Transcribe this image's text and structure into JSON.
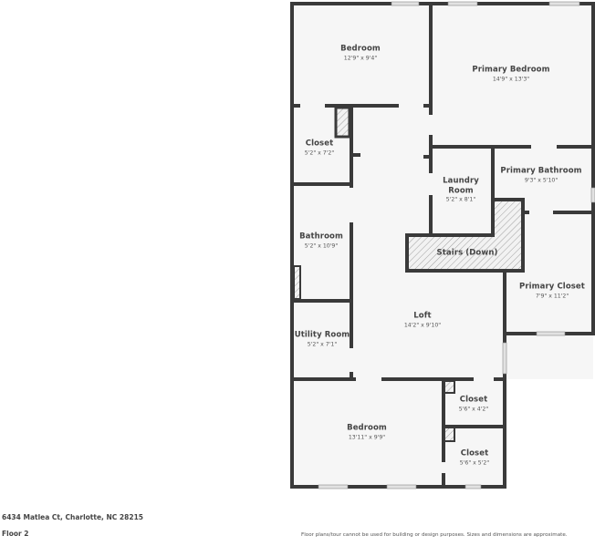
{
  "listing": {
    "address": "6434 Matlea Ct, Charlotte, NC 28215",
    "floor": "Floor 2",
    "disclaimer": "Floor plans/tour cannot be used for building or design purposes. Sizes and dimensions are approximate."
  },
  "colors": {
    "wall": "#3a3a3a",
    "floor_fill": "#f6f6f6",
    "hatch": "#9a9a9a",
    "window": "#d9d9d9",
    "text": "#444444"
  },
  "rooms": [
    {
      "name": "Bedroom",
      "dims": "12'9\" x 9'4\""
    },
    {
      "name": "Primary Bedroom",
      "dims": "14'9\" x 13'3\""
    },
    {
      "name": "Closet",
      "dims": "5'2\" x 7'2\""
    },
    {
      "name": "Laundry Room",
      "dims": "5'2\" x 8'1\""
    },
    {
      "name": "Primary Bathroom",
      "dims": "9'3\" x 5'10\""
    },
    {
      "name": "Bathroom",
      "dims": "5'2\" x 10'9\""
    },
    {
      "name": "Stairs (Down)",
      "dims": ""
    },
    {
      "name": "Primary Closet",
      "dims": "7'9\" x 11'2\""
    },
    {
      "name": "Loft",
      "dims": "14'2\" x 9'10\""
    },
    {
      "name": "Utility Room",
      "dims": "5'2\" x 7'1\""
    },
    {
      "name": "Closet",
      "dims": "5'6\" x 4'2\""
    },
    {
      "name": "Bedroom",
      "dims": "13'11\" x 9'9\""
    },
    {
      "name": "Closet",
      "dims": "5'6\" x 5'2\""
    }
  ]
}
